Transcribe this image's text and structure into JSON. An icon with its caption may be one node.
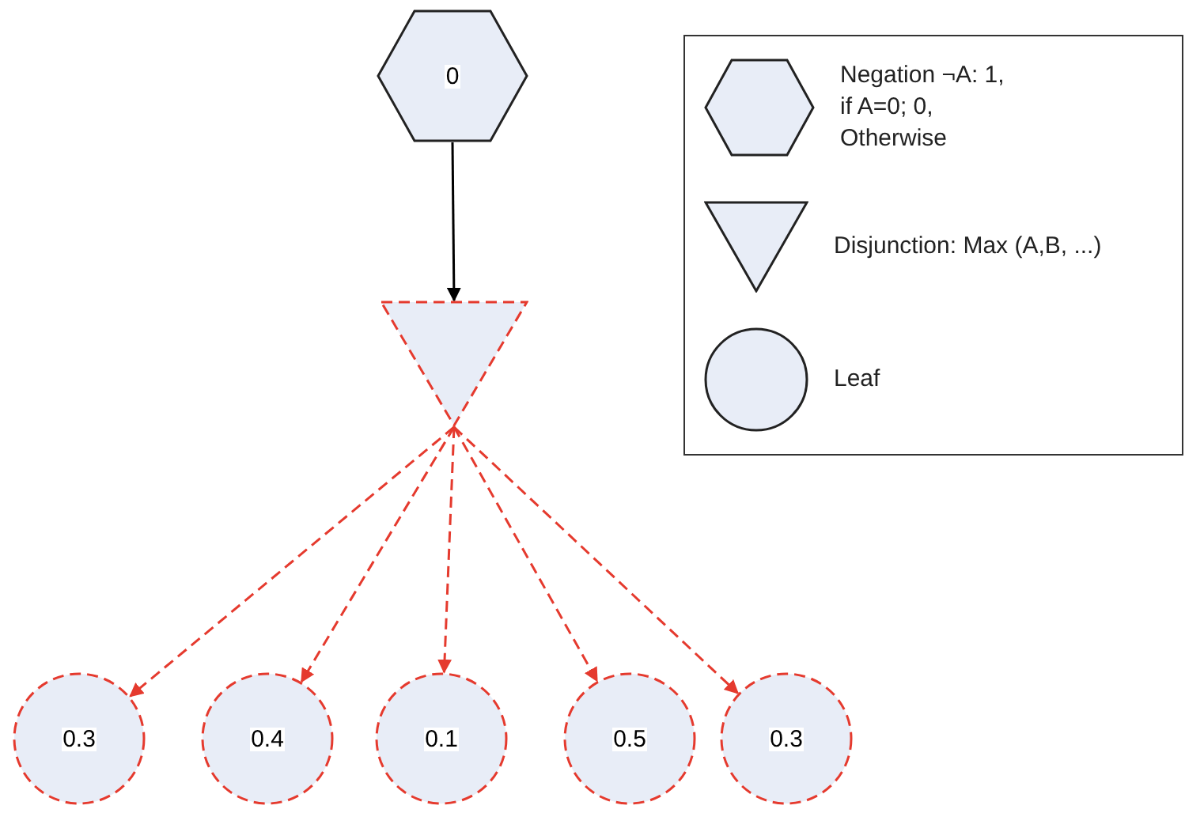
{
  "diagram": {
    "nodes": [
      {
        "text": [
          "0"
        ]
      },
      {
        "text": [],
        "shape": "triangle"
      },
      {
        "text": [
          "0.3"
        ]
      },
      {
        "text": [
          "0.4"
        ]
      },
      {
        "text": [
          "0.1"
        ]
      },
      {
        "text": [
          "0.5"
        ]
      },
      {
        "text": [
          "0.3"
        ]
      }
    ],
    "edges": [
      {
        "from": 0,
        "to": 1,
        "arrow": "to",
        "color": "#000000"
      },
      {
        "from": 1,
        "to": 2,
        "arrow": "to",
        "style": "dashed",
        "color": "#e53a2e"
      },
      {
        "from": 1,
        "to": 3,
        "arrow": "to",
        "style": "dashed",
        "color": "#e53a2e"
      },
      {
        "from": 1,
        "to": 4,
        "arrow": "to",
        "style": "dashed",
        "color": "#e53a2e"
      },
      {
        "from": 1,
        "to": 5,
        "arrow": "to",
        "style": "dashed",
        "color": "#e53a2e"
      },
      {
        "from": 1,
        "to": 6,
        "arrow": "to",
        "style": "dashed",
        "color": "#e53a2e"
      }
    ],
    "legend": [
      {
        "text": "Negation ¬A: 1, if A=0; 0, Otherwise"
      },
      {
        "text": "Disjunction: Max (A,B, ...)"
      },
      {
        "text": "Leaf"
      }
    ]
  }
}
